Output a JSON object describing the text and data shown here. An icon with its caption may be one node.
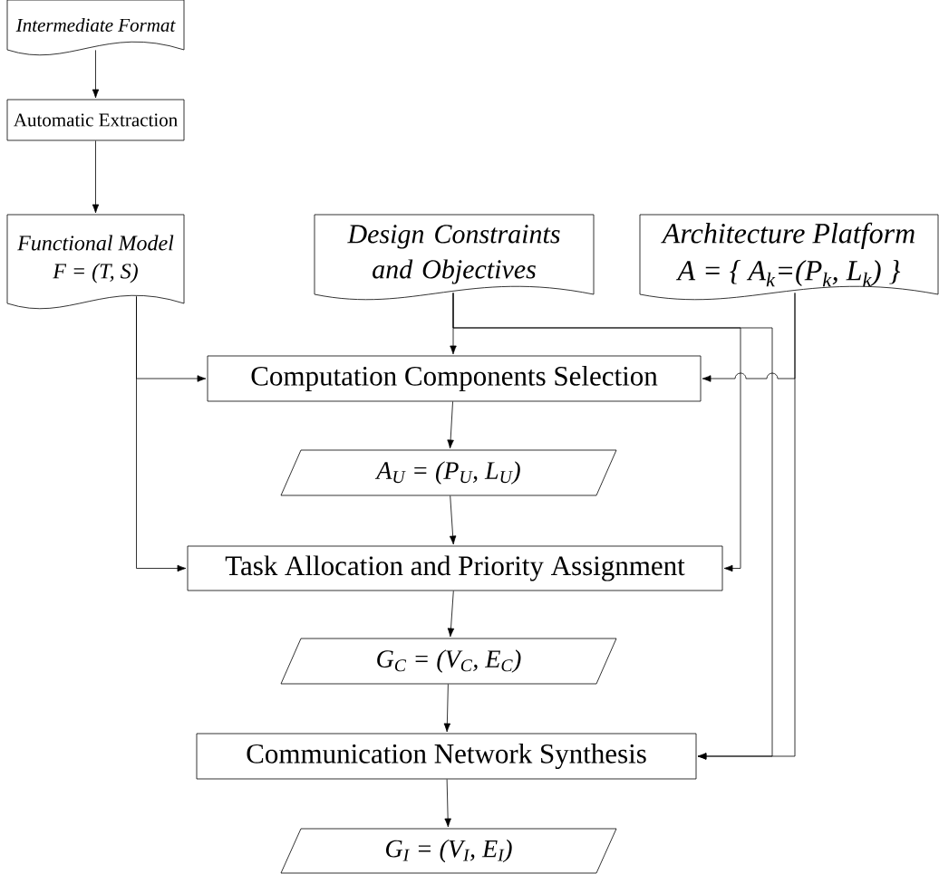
{
  "diagram": {
    "nodes": [
      {
        "text": [
          "Intermediate Format"
        ]
      },
      {
        "text": [
          "Automatic Extraction"
        ]
      },
      {
        "text": [
          "Functional Model",
          "F = (T, S)"
        ]
      },
      {
        "text": [
          "Design Constraints and Objectives"
        ]
      },
      {
        "text": [
          "Architecture Platform",
          "A = { A$_{k}$=(P$_{k}$, L$_{k}$) }"
        ]
      },
      {
        "text": [
          "Computation Components Selection"
        ]
      },
      {
        "text": [
          "A$_{U}$ = (P$_{U}$, L$_{U}$)"
        ]
      },
      {
        "text": [
          "Task Allocation and Priority Assignment"
        ]
      },
      {
        "text": [
          "G$_{C}$ = (V$_{C}$, E$_{C}$)"
        ]
      },
      {
        "text": [
          "Communication Network Synthesis"
        ]
      },
      {
        "text": [
          "G$_{I}$ =  (V$_{I}$, E$_{I}$)"
        ]
      }
    ],
    "edges": [
      {
        "from": 0,
        "to": 1,
        "arrow": "to"
      },
      {
        "from": 1,
        "to": 2,
        "arrow": "to"
      },
      {
        "from": 2,
        "to": 5,
        "arrow": "to"
      },
      {
        "from": 2,
        "to": 7,
        "arrow": "to"
      },
      {
        "from": 3,
        "to": 5,
        "arrow": "to"
      },
      {
        "from": 3,
        "to": 7,
        "arrow": "to"
      },
      {
        "from": 3,
        "to": 9,
        "arrow": "to"
      },
      {
        "from": 4,
        "to": 5,
        "arrow": "to"
      },
      {
        "from": 4,
        "to": 9,
        "arrow": "to"
      },
      {
        "from": 5,
        "to": 6,
        "arrow": "to"
      },
      {
        "from": 6,
        "to": 7,
        "arrow": "to"
      },
      {
        "from": 7,
        "to": 8,
        "arrow": "to"
      },
      {
        "from": 8,
        "to": 9,
        "arrow": "to"
      },
      {
        "from": 9,
        "to": 10,
        "arrow": "to"
      }
    ]
  }
}
